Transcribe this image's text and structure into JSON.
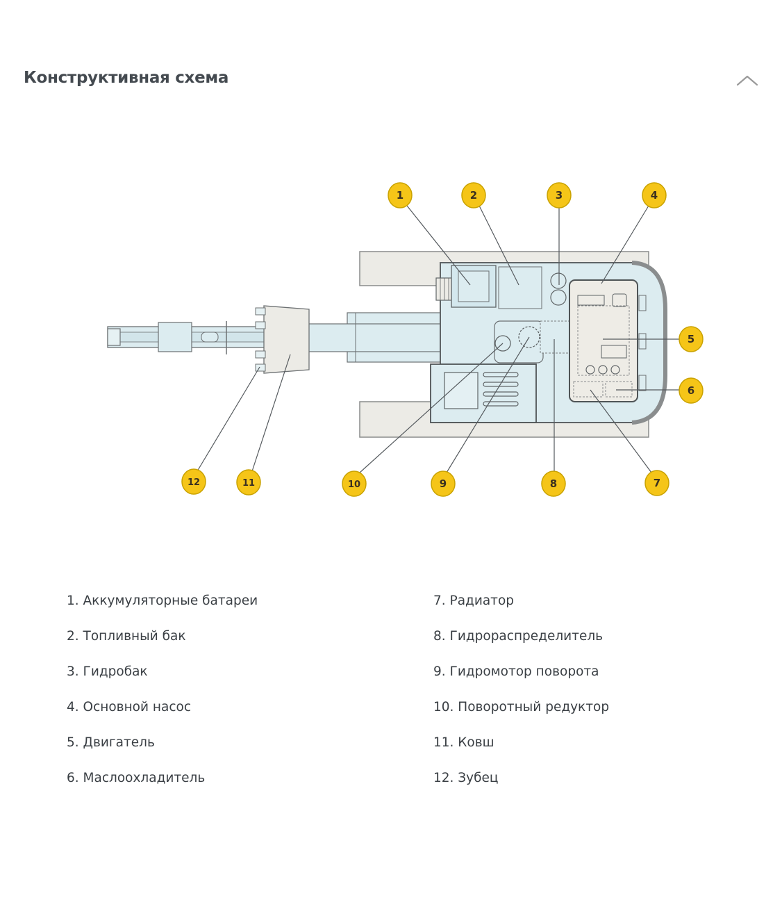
{
  "section": {
    "title": "Конструктивная схема",
    "collapse_icon": "chevron-up-icon"
  },
  "diagram": {
    "callouts": [
      {
        "number": "1",
        "target": "Аккумуляторные батареи"
      },
      {
        "number": "2",
        "target": "Топливный бак"
      },
      {
        "number": "3",
        "target": "Гидробак"
      },
      {
        "number": "4",
        "target": "Основной насос"
      },
      {
        "number": "5",
        "target": "Двигатель"
      },
      {
        "number": "6",
        "target": "Маслоохладитель"
      },
      {
        "number": "7",
        "target": "Радиатор"
      },
      {
        "number": "8",
        "target": "Гидрораспределитель"
      },
      {
        "number": "9",
        "target": "Гидромотор поворота"
      },
      {
        "number": "10",
        "target": "Поворотный редуктор"
      },
      {
        "number": "11",
        "target": "Ковш"
      },
      {
        "number": "12",
        "target": "Зубец"
      }
    ],
    "colors": {
      "callout_fill": "#f5c518",
      "callout_stroke": "#c9a200",
      "body_fill": "#dcecf0",
      "track_fill": "#ecebe6",
      "engine_fill": "#eeece6",
      "line": "#555a5e"
    }
  },
  "legend": {
    "left": [
      "1. Аккумуляторные батареи",
      "2. Топливный бак",
      "3. Гидробак",
      "4. Основной насос",
      "5. Двигатель",
      "6. Маслоохладитель"
    ],
    "right": [
      "7. Радиатор",
      "8. Гидрораспределитель",
      "9. Гидромотор поворота",
      "10. Поворотный редуктор",
      "11. Ковш",
      "12. Зубец"
    ]
  }
}
